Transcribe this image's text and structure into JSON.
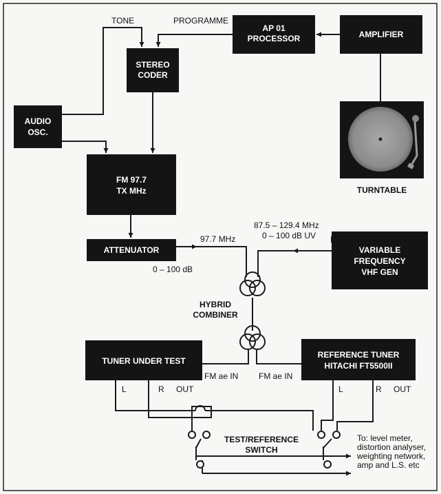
{
  "blocks": {
    "ap01_line1": "AP 01",
    "ap01_line2": "PROCESSOR",
    "amplifier": "AMPLIFIER",
    "stereo_line1": "STEREO",
    "stereo_line2": "CODER",
    "audio_line1": "AUDIO",
    "audio_line2": "OSC.",
    "fm_line1": "FM 97.7",
    "fm_line2": "TX MHz",
    "attenuator": "ATTENUATOR",
    "vhf_line1": "VARIABLE",
    "vhf_line2": "FREQUENCY",
    "vhf_line3": "VHF GEN",
    "tuner_test": "TUNER UNDER TEST",
    "ref_line1": "REFERENCE TUNER",
    "ref_line2": "HITACHI FT5500II"
  },
  "labels": {
    "tone": "TONE",
    "programme": "PROGRAMME",
    "turntable": "TURNTABLE",
    "freq_97": "97.7 MHz",
    "range_freq": "87.5 – 129.4 MHz",
    "range_db": "0 – 100 dB UV",
    "atten_range": "0 – 100 dB",
    "hybrid_line1": "HYBRID",
    "hybrid_line2": "COMBINER",
    "fm_ae_in_1": "FM ae IN",
    "fm_ae_in_2": "FM ae IN",
    "left_1": "L",
    "right_1": "R",
    "out_1": "OUT",
    "left_2": "L",
    "right_2": "R",
    "out_2": "OUT",
    "switch_line1": "TEST/REFERENCE",
    "switch_line2": "SWITCH",
    "dest_line1": "To: level meter,",
    "dest_line2": "distortion analyser,",
    "dest_line3": "weighting network,",
    "dest_line4": "amp and L.S. etc"
  },
  "colors": {
    "block": "#141414",
    "line": "#1a1a1a",
    "background": "#f7f7f5"
  }
}
